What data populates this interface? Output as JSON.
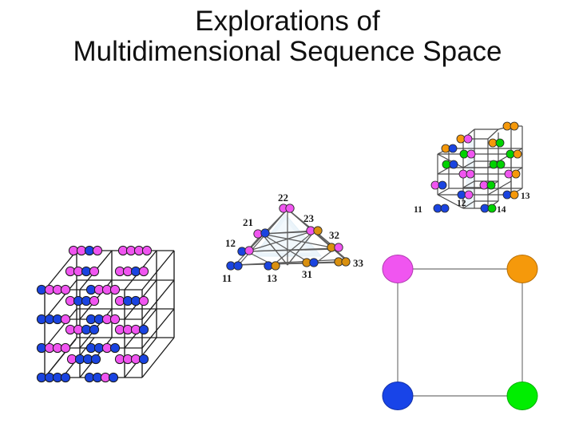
{
  "slide": {
    "background": "#ffffff",
    "title": {
      "line1": "Explorations of",
      "line2": "Multidimensional Sequence Space"
    }
  },
  "palette": {
    "blue": "#1a44e0",
    "magenta": "#f055f0",
    "orange": "#f5990b",
    "green": "#00e000",
    "edge": "#6b6b6b",
    "edge_dark": "#3a3a3a",
    "node_stroke": "#2a2a2a",
    "haze": "#d9ecf5"
  },
  "figures": {
    "binary_hypercube": {
      "name": "Binary sequence space lattice",
      "node_colors": [
        "#1a44e0",
        "#f055f0"
      ],
      "alphabet_size": 2,
      "edge_color": "#1a1a1a"
    },
    "tetrahedron_graph": {
      "name": "3-letter 2-position sequence space",
      "node_colors": [
        "#1a44e0",
        "#f055f0",
        "#d9900f"
      ],
      "labels": [
        "11",
        "12",
        "13",
        "21",
        "22",
        "23",
        "31",
        "32",
        "33"
      ]
    },
    "lattice_4d": {
      "name": "4-letter sequence space lattice",
      "node_colors": [
        "#1a44e0",
        "#00d200",
        "#f055f0",
        "#f5990b"
      ],
      "labels": [
        "11",
        "12",
        "13",
        "14"
      ]
    },
    "square_graph": {
      "name": "2-letter 2-position sequence space square",
      "nodes": [
        {
          "id": "top-left",
          "color": "#f055f0"
        },
        {
          "id": "top-right",
          "color": "#f5990b"
        },
        {
          "id": "bottom-left",
          "color": "#1844e8"
        },
        {
          "id": "bottom-right",
          "color": "#00ee00"
        }
      ],
      "edge_color": "#8a8a8a"
    }
  },
  "chart_data": {
    "type": "diagram",
    "title": "Explorations of Multidimensional Sequence Space",
    "panels": [
      {
        "id": "binary-hypercube",
        "type": "graph",
        "description": "Large binary (2-letter) sequence-space hypercube lattice",
        "node_colors": [
          "blue",
          "magenta"
        ],
        "labels": []
      },
      {
        "id": "tetrahedron-graph",
        "type": "graph",
        "description": "3-letter, 2-position sequence space drawn as a triangular lattice",
        "node_colors": [
          "blue",
          "magenta",
          "orange"
        ],
        "labels": [
          "11",
          "12",
          "13",
          "21",
          "22",
          "23",
          "31",
          "32",
          "33"
        ]
      },
      {
        "id": "lattice-4d",
        "type": "graph",
        "description": "4-letter sequence space lattice",
        "node_colors": [
          "blue",
          "green",
          "magenta",
          "orange"
        ],
        "labels": [
          "11",
          "12",
          "13",
          "14"
        ]
      },
      {
        "id": "square-graph",
        "type": "graph",
        "description": "2-letter, 2-position sequence space drawn as a square",
        "node_colors": [
          "magenta",
          "orange",
          "blue",
          "green"
        ],
        "labels": []
      }
    ]
  }
}
